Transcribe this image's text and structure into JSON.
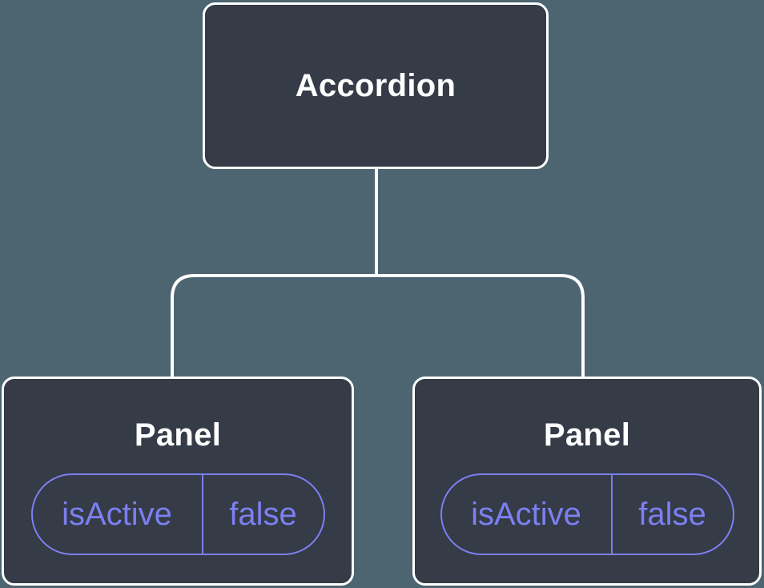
{
  "diagram": {
    "description": "Component tree diagram",
    "colors": {
      "background": "#4d6570",
      "node_fill": "#353b47",
      "node_border": "#ffffff",
      "state_accent": "#7c80f0"
    },
    "tree": {
      "root": {
        "label": "Accordion"
      },
      "children": [
        {
          "label": "Panel",
          "state": {
            "key": "isActive",
            "value": "false"
          }
        },
        {
          "label": "Panel",
          "state": {
            "key": "isActive",
            "value": "false"
          }
        }
      ]
    }
  }
}
